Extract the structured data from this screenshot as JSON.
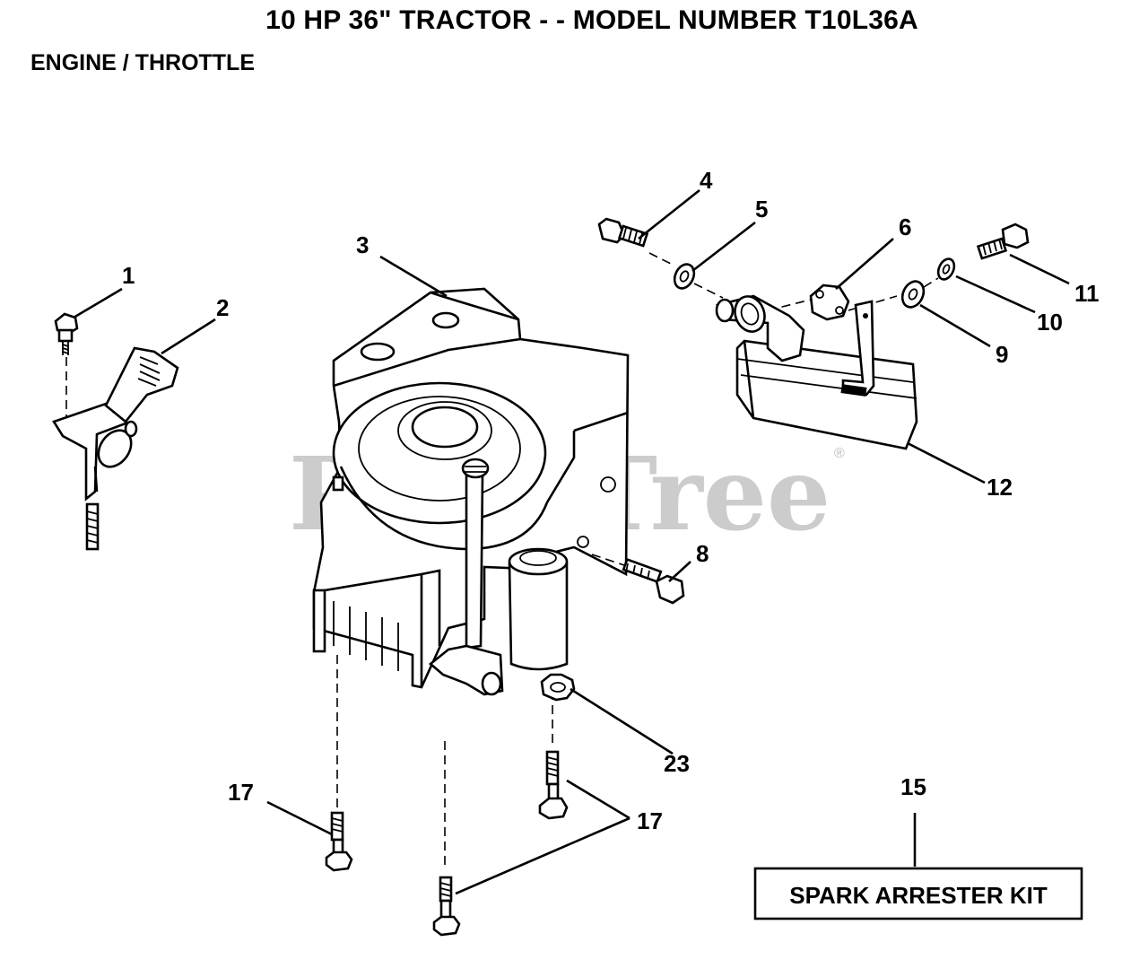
{
  "header": {
    "title": "10 HP 36\" TRACTOR  - - MODEL NUMBER T10L36A",
    "subtitle": "ENGINE / THROTTLE"
  },
  "watermark": {
    "text": "PartsTree",
    "symbol": "®"
  },
  "callouts": {
    "c1": "1",
    "c2": "2",
    "c3": "3",
    "c4": "4",
    "c5": "5",
    "c6": "6",
    "c8": "8",
    "c9": "9",
    "c10": "10",
    "c11": "11",
    "c12": "12",
    "c15": "15",
    "c17a": "17",
    "c17b": "17",
    "c23": "23"
  },
  "kit": {
    "label": "SPARK ARRESTER KIT"
  }
}
